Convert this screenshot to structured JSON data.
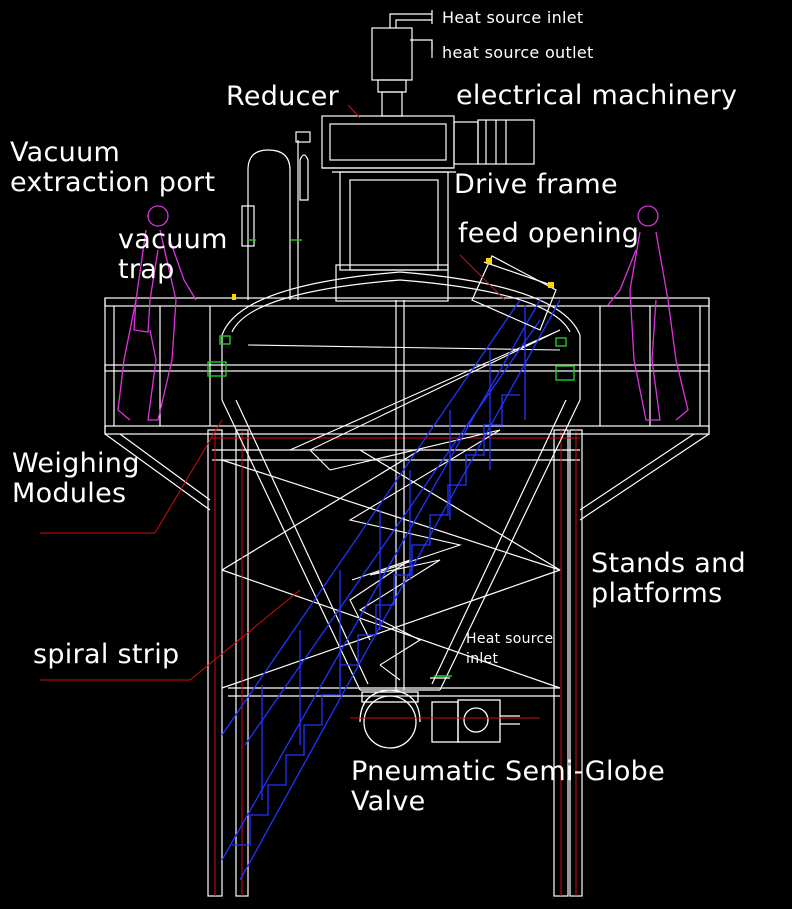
{
  "diagram": {
    "labels": {
      "heat_source_inlet_top": "Heat source inlet",
      "heat_source_outlet": "heat source outlet",
      "reducer": "Reducer",
      "electrical_machinery": "electrical machinery",
      "vacuum_extraction_port": [
        "Vacuum",
        "extraction port"
      ],
      "drive_frame": "Drive frame",
      "vacuum_trap": [
        "vacuum",
        "trap"
      ],
      "feed_opening": "feed opening",
      "weighing_modules": [
        "Weighing",
        "Modules"
      ],
      "stands_and_platforms": [
        "Stands and",
        "platforms"
      ],
      "spiral_strip": "spiral strip",
      "heat_source_inlet_bottom": [
        "Heat source",
        "inlet"
      ],
      "pneumatic_valve": [
        "Pneumatic Semi-Globe",
        "Valve"
      ]
    },
    "colors": {
      "background": "#000000",
      "structure": "#ffffff",
      "stairs": "#2233ff",
      "leader_lines": "#cc1111",
      "operators": "#dd33dd",
      "fittings": "#22cc22",
      "accent": "#ffd400"
    }
  }
}
